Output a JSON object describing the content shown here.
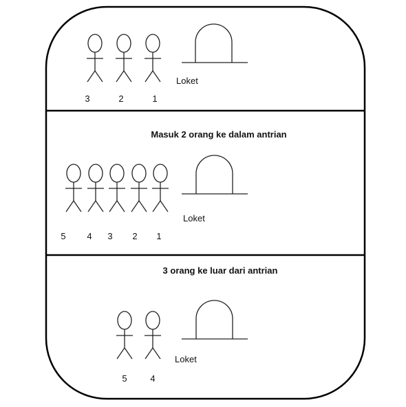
{
  "panels": [
    {
      "caption": "",
      "counter_label": "Loket",
      "people": [
        "3",
        "2",
        "1"
      ]
    },
    {
      "caption": "Masuk 2 orang ke dalam antrian",
      "counter_label": "Loket",
      "people": [
        "5",
        "4",
        "3",
        "2",
        "1"
      ]
    },
    {
      "caption": "3 orang ke luar dari antrian",
      "counter_label": "Loket",
      "people": [
        "5",
        "4"
      ]
    }
  ]
}
